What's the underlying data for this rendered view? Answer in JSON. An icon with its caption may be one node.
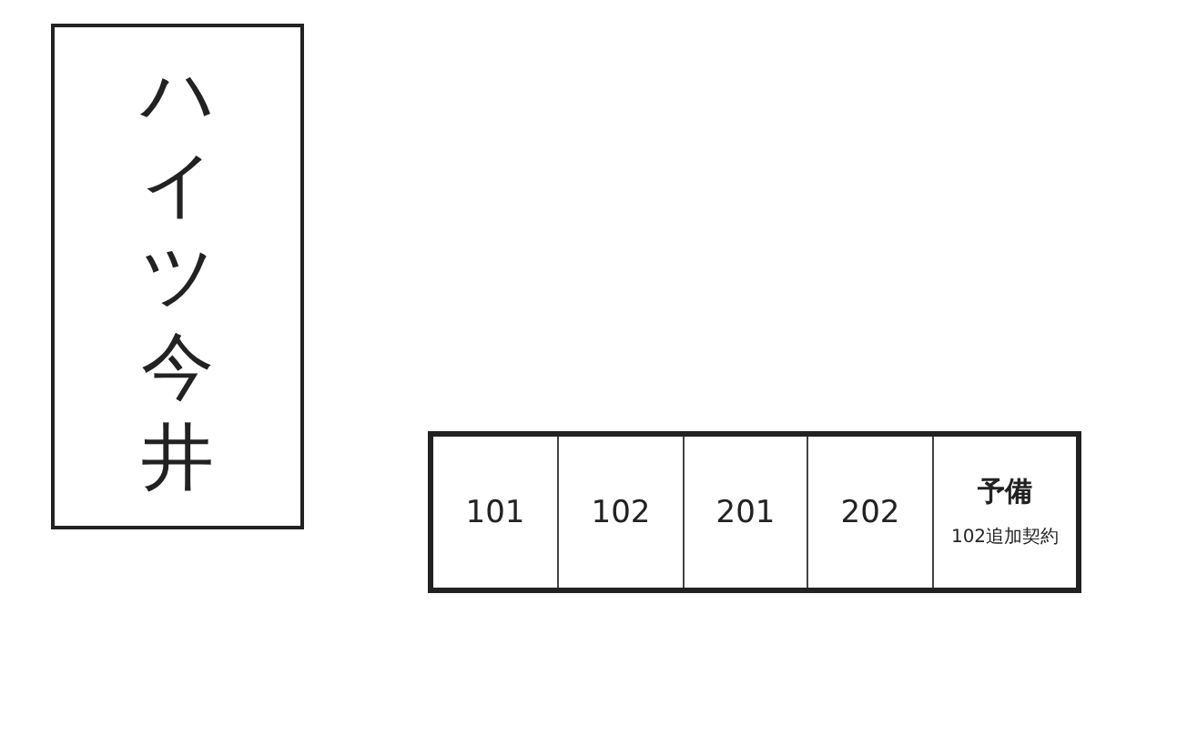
{
  "diagram": {
    "nodes": [
      {
        "text": [
          "ハイツ今井"
        ]
      },
      {
        "text": [],
        "shape": "box"
      },
      {
        "text": [
          "101"
        ],
        "in": 1
      },
      {
        "text": [
          "102"
        ],
        "in": 1
      },
      {
        "text": [
          "201"
        ],
        "in": 1
      },
      {
        "text": [
          "202"
        ],
        "in": 1
      },
      {
        "text": [
          "予備",
          "102追加契約"
        ],
        "in": 1
      }
    ]
  }
}
